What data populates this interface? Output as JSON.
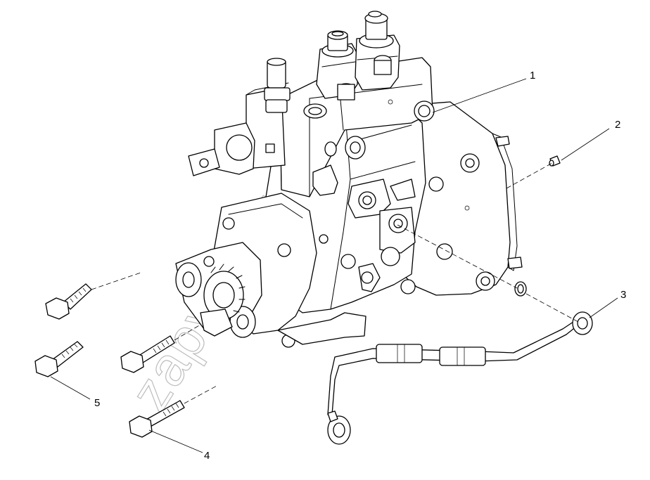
{
  "watermark": "zapvizn.ru",
  "callouts": [
    {
      "id": "1",
      "label": "1"
    },
    {
      "id": "2",
      "label": "2"
    },
    {
      "id": "3",
      "label": "3"
    },
    {
      "id": "4",
      "label": "4"
    },
    {
      "id": "5",
      "label": "5"
    }
  ],
  "colors": {
    "line": "#000000",
    "background": "#ffffff",
    "watermark": "#bdbdbd"
  }
}
